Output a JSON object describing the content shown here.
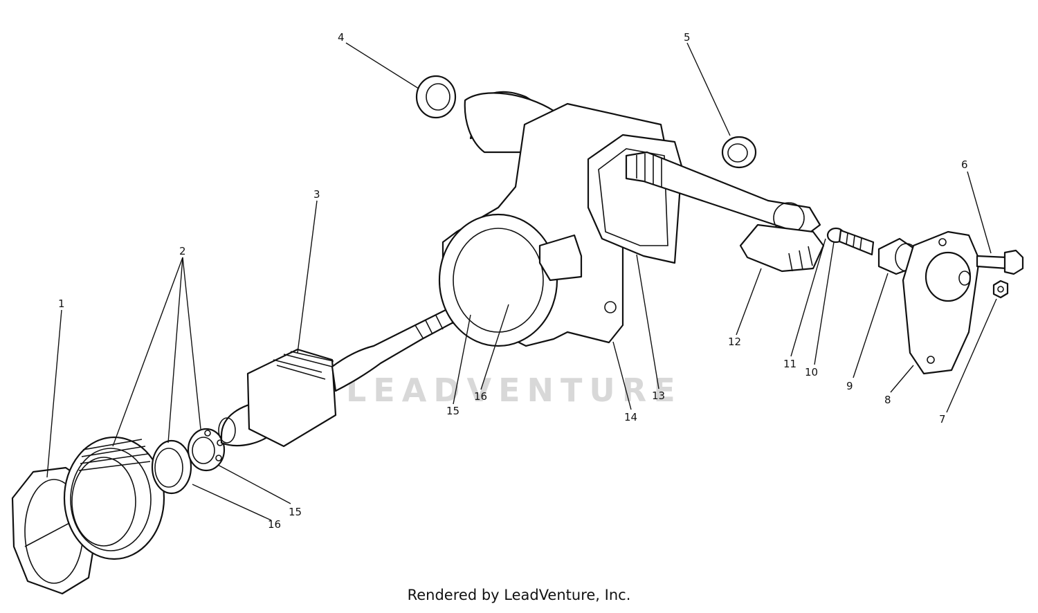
{
  "watermark": "LEADVENTURE",
  "credit": "Rendered by LeadVenture, Inc.",
  "callouts": [
    {
      "id": "c1",
      "text": "1"
    },
    {
      "id": "c2",
      "text": "2"
    },
    {
      "id": "c3",
      "text": "3"
    },
    {
      "id": "c4",
      "text": "4"
    },
    {
      "id": "c5",
      "text": "5"
    },
    {
      "id": "c6",
      "text": "6"
    },
    {
      "id": "c7",
      "text": "7"
    },
    {
      "id": "c8",
      "text": "8"
    },
    {
      "id": "c9",
      "text": "9"
    },
    {
      "id": "c10",
      "text": "10"
    },
    {
      "id": "c11",
      "text": "11"
    },
    {
      "id": "c12",
      "text": "12"
    },
    {
      "id": "c13",
      "text": "13"
    },
    {
      "id": "c14",
      "text": "14"
    },
    {
      "id": "c15a",
      "text": "15"
    },
    {
      "id": "c16a",
      "text": "16"
    },
    {
      "id": "c15b",
      "text": "15"
    },
    {
      "id": "c16b",
      "text": "16"
    }
  ]
}
